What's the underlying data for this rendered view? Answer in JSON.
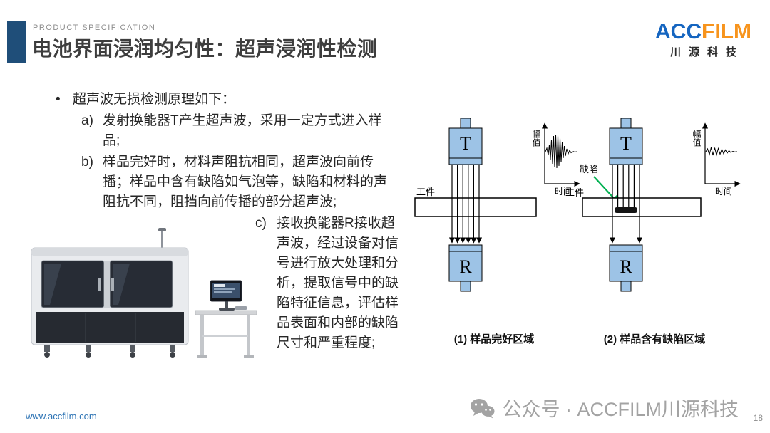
{
  "header": {
    "eyebrow": "PRODUCT SPECIFICATION",
    "title": "电池界面浸润均匀性：超声浸润性检测"
  },
  "logo": {
    "part_blue": "ACC",
    "part_orange": "FILM",
    "subtitle": "川源科技"
  },
  "content": {
    "bullet_marker": "•",
    "intro": "超声波无损检测原理如下：",
    "items": [
      {
        "marker": "a)",
        "text": "发射换能器T产生超声波，采用一定方式进入样品;"
      },
      {
        "marker": "b)",
        "text": "样品完好时，材料声阻抗相同，超声波向前传播；样品中含有缺陷如气泡等，缺陷和材料的声阻抗不同，阻挡向前传播的部分超声波;"
      },
      {
        "marker": "c)",
        "text": "接收换能器R接收超声波，经过设备对信号进行放大处理和分析，提取信号中的缺陷特征信息，评估样品表面和内部的缺陷尺寸和严重程度;"
      }
    ]
  },
  "diagram1": {
    "transmitter_label": "T",
    "receiver_label": "R",
    "workpiece_label": "工件",
    "amplitude_axis_label": "幅值",
    "time_axis_label": "时间",
    "caption": "(1) 样品完好区域"
  },
  "diagram2": {
    "transmitter_label": "T",
    "receiver_label": "R",
    "workpiece_label": "工件",
    "defect_label": "缺陷",
    "amplitude_axis_label": "幅值",
    "time_axis_label": "时间",
    "caption": "(2) 样品含有缺陷区域"
  },
  "footer": {
    "website": "www.accfilm.com",
    "watermark_icon": "wechat-icon",
    "watermark_text": "公众号 · ACCFILM川源科技",
    "page_number": "18"
  },
  "colors": {
    "accent_bar": "#1F4E79",
    "logo_blue": "#1565C0",
    "logo_orange": "#F7941D",
    "transducer_fill": "#9DC3E6",
    "defect_arrow_green": "#00B050"
  }
}
